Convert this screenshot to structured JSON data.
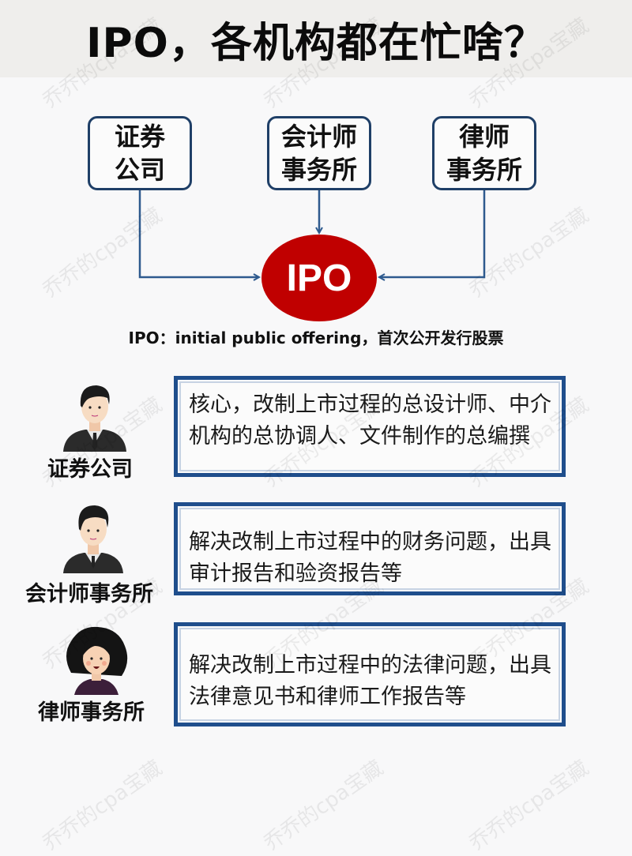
{
  "header": {
    "title": "IPO，各机构都在忙啥？"
  },
  "diagram": {
    "orgs": [
      {
        "line1": "证券",
        "line2": "公司"
      },
      {
        "line1": "会计师",
        "line2": "事务所"
      },
      {
        "line1": "律师",
        "line2": "事务所"
      }
    ],
    "center": "IPO",
    "caption": "IPO：initial public offering，首次公开发行股票"
  },
  "roles": [
    {
      "label": "证券公司",
      "avatar": "male-avatar",
      "description": "核心，改制上市过程的总设计师、中介机构的总协调人、文件制作的总编撰"
    },
    {
      "label": "会计师事务所",
      "avatar": "male-avatar",
      "description": "解决改制上市过程中的财务问题，出具审计报告和验资报告等"
    },
    {
      "label": "律师事务所",
      "avatar": "female-avatar",
      "description": "解决改制上市过程中的法律问题，出具法律意见书和律师工作报告等"
    }
  ],
  "watermark": "乔乔的cpa宝藏",
  "colors": {
    "box_border": "#1f3f67",
    "desc_border": "#1f4e8c",
    "ipo_fill": "#c00000",
    "arrow": "#2e5a8e"
  }
}
